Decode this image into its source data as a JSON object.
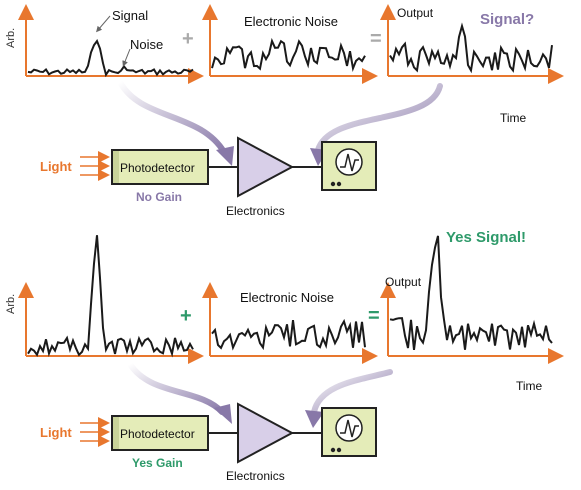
{
  "colors": {
    "axis": "#e8772e",
    "trace": "#1a1a1a",
    "purple": "#8878a8",
    "purple_fill": "#d8cfe8",
    "green": "#2e9a6a",
    "box_fill": "#e4ecb8",
    "scope_fill": "#e4ecb8",
    "light_orange": "#e8772e"
  },
  "top": {
    "ylabel": "Arb.",
    "signal_label": "Signal",
    "noise_label": "Noise",
    "plus": "+",
    "electronic_noise": "Electronic Noise",
    "equals": "=",
    "output_label": "Output",
    "result": "Signal?",
    "time_label": "Time",
    "light_label": "Light",
    "detector_label": "Photodetector",
    "gain_label": "No Gain",
    "electronics_label": "Electronics"
  },
  "bottom": {
    "ylabel": "Arb.",
    "plus": "+",
    "electronic_noise": "Electronic Noise",
    "equals": "=",
    "output_label": "Output",
    "result": "Yes Signal!",
    "time_label": "Time",
    "light_label": "Light",
    "detector_label": "Photodetector",
    "gain_label": "Yes Gain",
    "electronics_label": "Electronics"
  },
  "icons": {
    "scope": "oscilloscope-icon",
    "amplifier": "amplifier-triangle-icon",
    "arrow": "arrow-icon"
  }
}
